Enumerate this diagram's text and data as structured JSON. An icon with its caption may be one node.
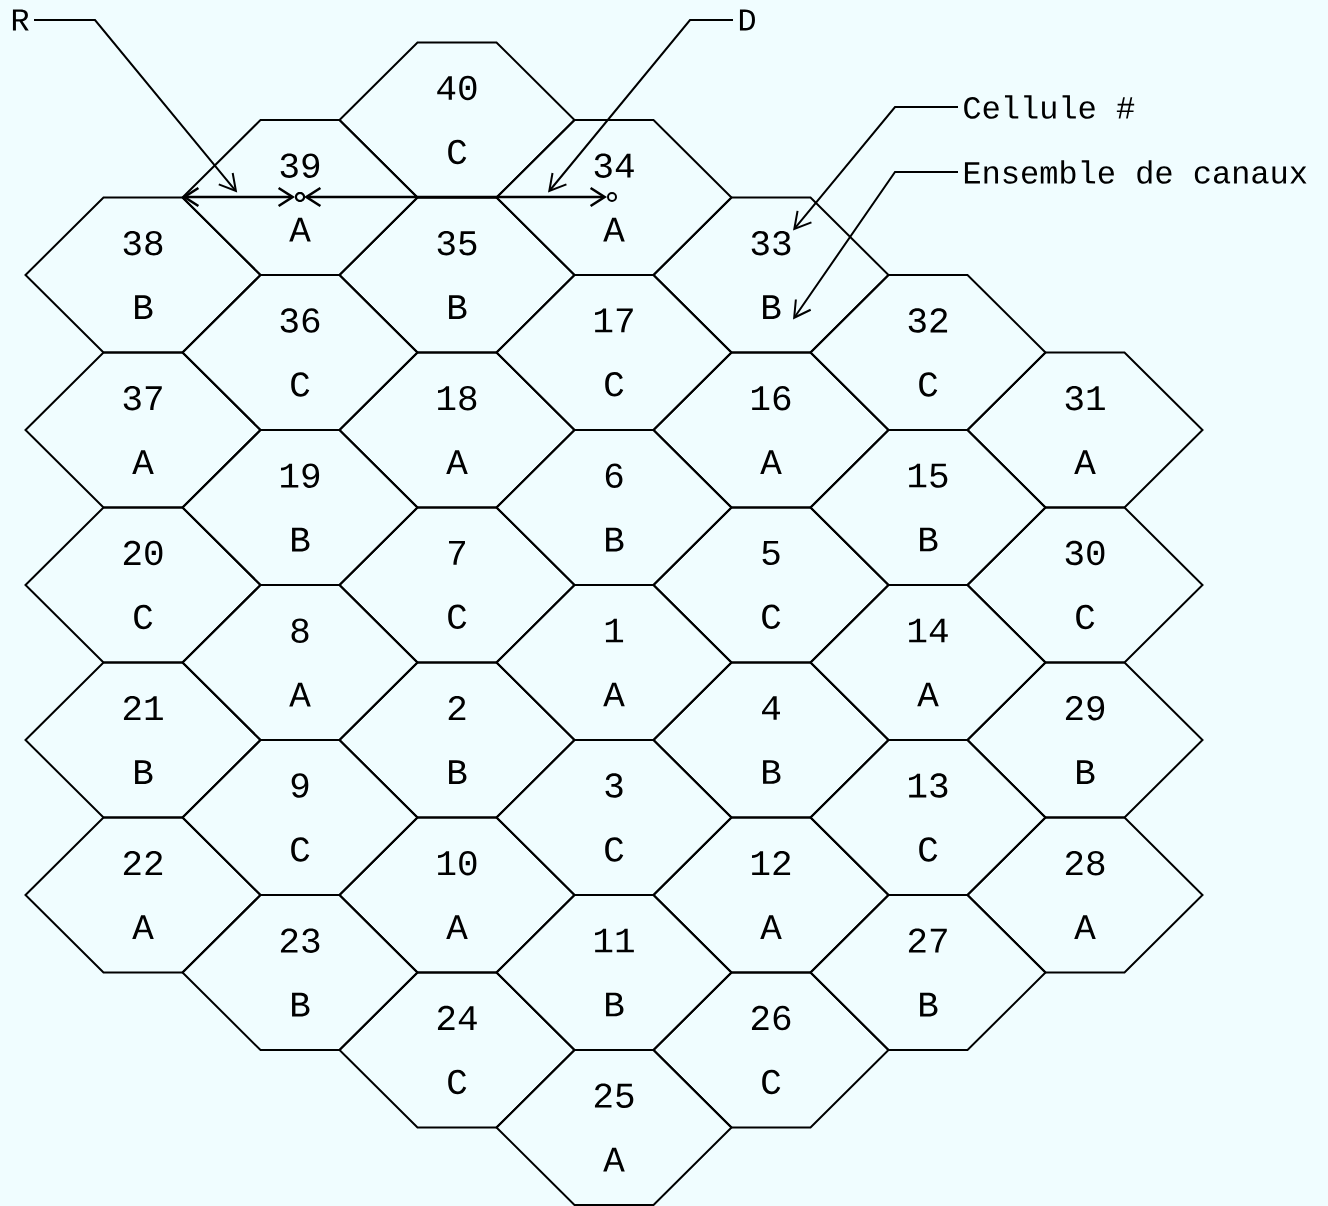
{
  "diagram": {
    "nodes": [
      {
        "text": [
          "R"
        ]
      },
      {
        "text": [
          "D"
        ]
      },
      {
        "text": [
          "Cellule #"
        ]
      },
      {
        "text": [
          "Ensemble de canaux"
        ]
      },
      {
        "text": [
          "40",
          "C"
        ]
      },
      {
        "text": [
          "39",
          "A"
        ]
      },
      {
        "text": [
          "34",
          "A"
        ]
      },
      {
        "text": [
          "38",
          "B"
        ]
      },
      {
        "text": [
          "35",
          "B"
        ]
      },
      {
        "text": [
          "33",
          "B"
        ]
      },
      {
        "text": [
          "36",
          "C"
        ]
      },
      {
        "text": [
          "17",
          "C"
        ]
      },
      {
        "text": [
          "32",
          "C"
        ]
      },
      {
        "text": [
          "37",
          "A"
        ]
      },
      {
        "text": [
          "18",
          "A"
        ]
      },
      {
        "text": [
          "16",
          "A"
        ]
      },
      {
        "text": [
          "31",
          "A"
        ]
      },
      {
        "text": [
          "19",
          "B"
        ]
      },
      {
        "text": [
          "6",
          "B"
        ]
      },
      {
        "text": [
          "15",
          "B"
        ]
      },
      {
        "text": [
          "20",
          "C"
        ]
      },
      {
        "text": [
          "7",
          "C"
        ]
      },
      {
        "text": [
          "5",
          "C"
        ]
      },
      {
        "text": [
          "30",
          "C"
        ]
      },
      {
        "text": [
          "8",
          "A"
        ]
      },
      {
        "text": [
          "1",
          "A"
        ]
      },
      {
        "text": [
          "14",
          "A"
        ]
      },
      {
        "text": [
          "21",
          "B"
        ]
      },
      {
        "text": [
          "2",
          "B"
        ]
      },
      {
        "text": [
          "4",
          "B"
        ]
      },
      {
        "text": [
          "29",
          "B"
        ]
      },
      {
        "text": [
          "9",
          "C"
        ]
      },
      {
        "text": [
          "3",
          "C"
        ]
      },
      {
        "text": [
          "13",
          "C"
        ]
      },
      {
        "text": [
          "22",
          "A"
        ]
      },
      {
        "text": [
          "10",
          "A"
        ]
      },
      {
        "text": [
          "12",
          "A"
        ]
      },
      {
        "text": [
          "28",
          "A"
        ]
      },
      {
        "text": [
          "23",
          "B"
        ]
      },
      {
        "text": [
          "11",
          "B"
        ]
      },
      {
        "text": [
          "27",
          "B"
        ]
      },
      {
        "text": [
          "24",
          "C"
        ]
      },
      {
        "text": [
          "26",
          "C"
        ]
      },
      {
        "text": [
          "25",
          "A"
        ]
      },
      {
        "text": [],
        "shape": "line",
        "in": 5
      },
      {
        "text": [],
        "shape": "line"
      }
    ],
    "edges": [
      {
        "from": 0,
        "to": 44,
        "arrow": "to"
      },
      {
        "from": 1,
        "to": 45,
        "arrow": "to"
      },
      {
        "from": 2,
        "to": 9,
        "arrow": "to"
      },
      {
        "from": 3,
        "to": 9,
        "arrow": "to"
      }
    ]
  }
}
